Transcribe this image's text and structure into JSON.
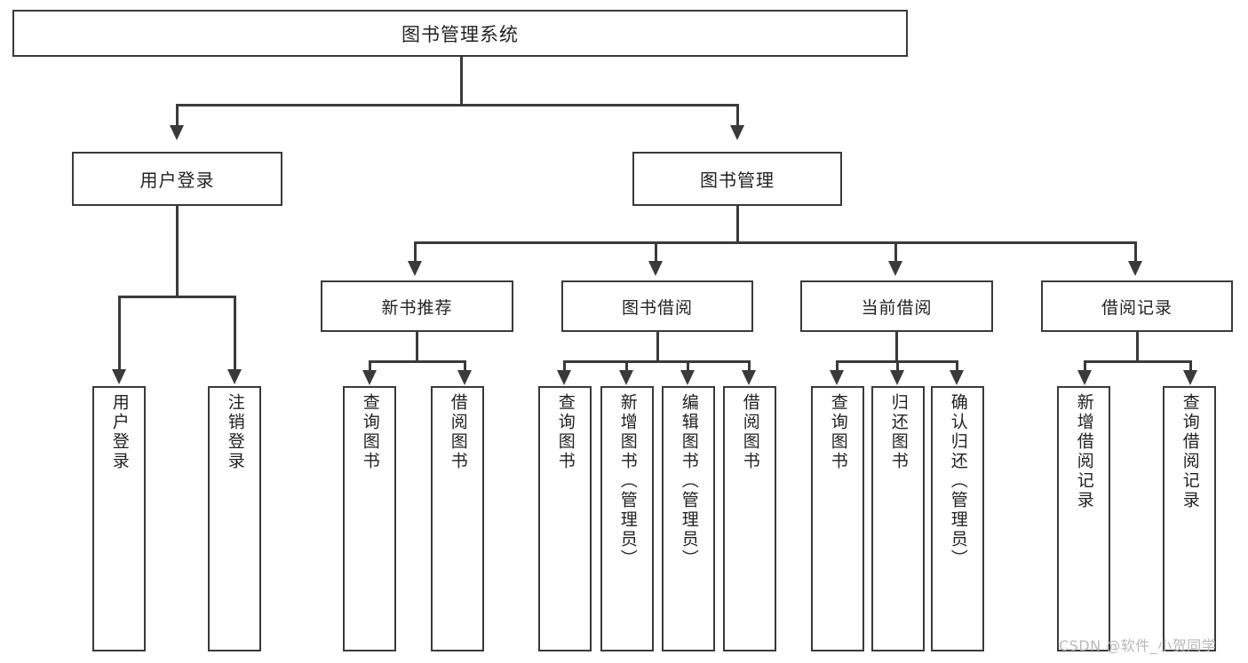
{
  "diagram": {
    "title": "图书管理系统",
    "type": "tree-hierarchy",
    "root": {
      "label": "图书管理系统"
    },
    "level1": [
      {
        "label": "用户登录"
      },
      {
        "label": "图书管理"
      }
    ],
    "level2": [
      {
        "label": "新书推荐",
        "parent": "图书管理"
      },
      {
        "label": "图书借阅",
        "parent": "图书管理"
      },
      {
        "label": "当前借阅",
        "parent": "图书管理"
      },
      {
        "label": "借阅记录",
        "parent": "图书管理"
      }
    ],
    "leaves": {
      "user_login": [
        {
          "label": "用户登录"
        },
        {
          "label": "注销登录"
        }
      ],
      "new_book_recommend": [
        {
          "label": "查询图书"
        },
        {
          "label": "借阅图书"
        }
      ],
      "book_borrow": [
        {
          "label": "查询图书"
        },
        {
          "label": "新增图书（管理员）"
        },
        {
          "label": "编辑图书（管理员）"
        },
        {
          "label": "借阅图书"
        }
      ],
      "current_borrow": [
        {
          "label": "查询图书"
        },
        {
          "label": "归还图书"
        },
        {
          "label": "确认归还（管理员）"
        }
      ],
      "borrow_record": [
        {
          "label": "新增借阅记录"
        },
        {
          "label": "查询借阅记录"
        }
      ]
    }
  },
  "watermark": {
    "text": "CSDN @软件_小贺同学"
  },
  "colors": {
    "stroke": "#3a3a3a",
    "text": "#222222",
    "background": "#ffffff",
    "watermark": "#b8b8b8"
  }
}
